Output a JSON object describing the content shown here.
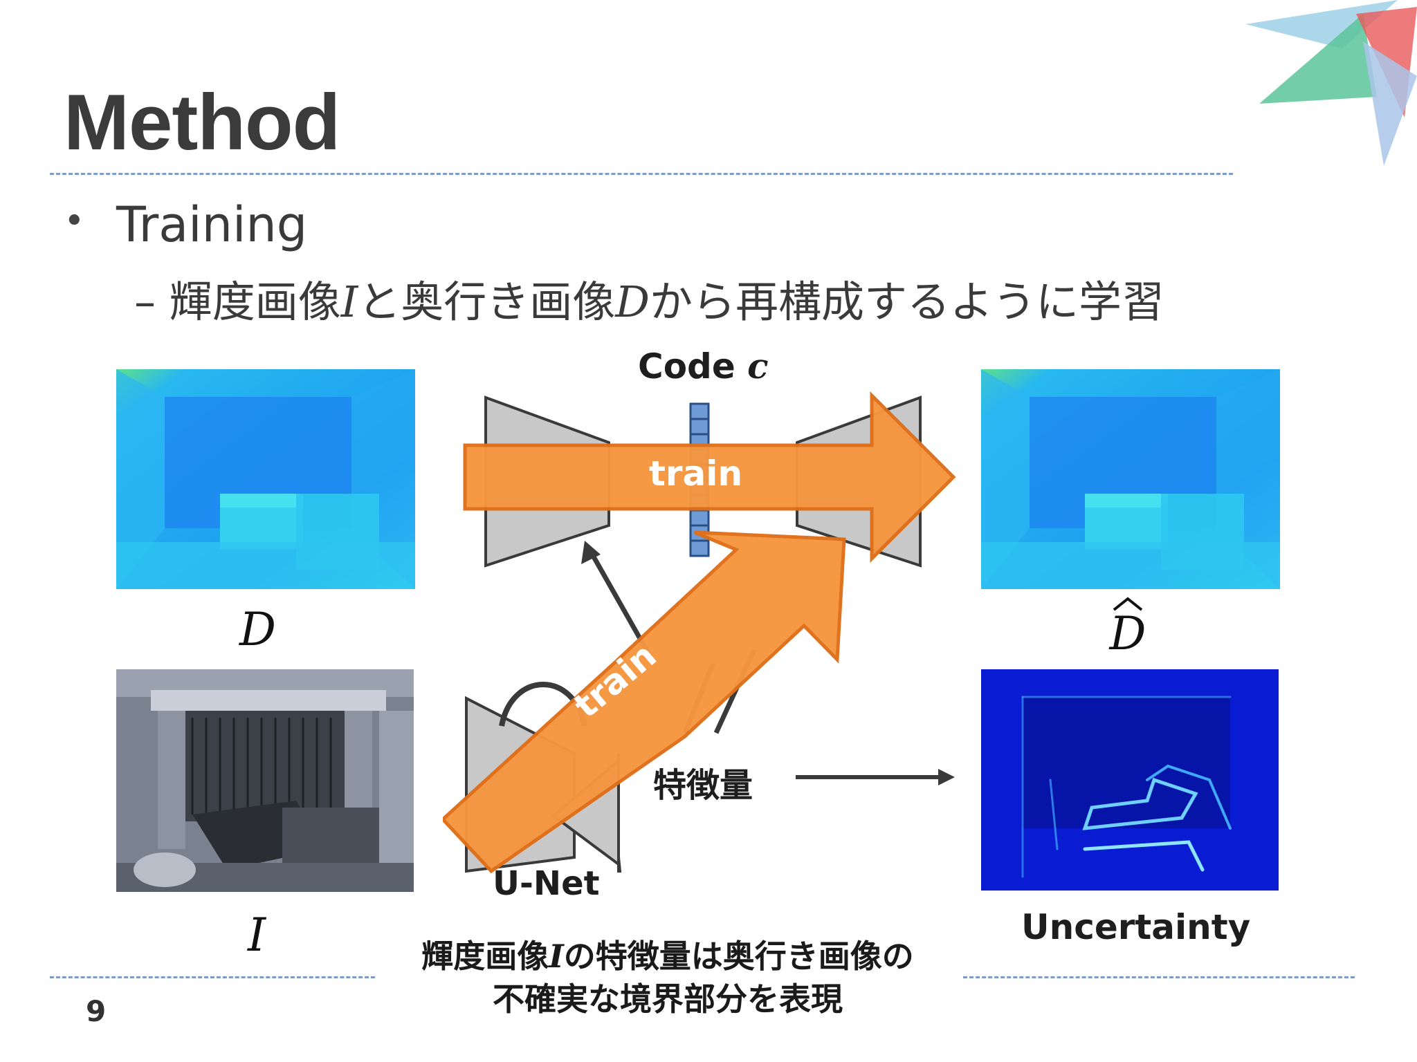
{
  "title": "Method",
  "bullet": {
    "marker": "•",
    "text": "Training"
  },
  "sub_bullet": {
    "marker": "–",
    "text_a": "輝度画像",
    "var_i": "I",
    "text_b": "と奥行き画像",
    "var_d": "D",
    "text_c": "から再構成するように学習"
  },
  "diagram": {
    "code_label": "Code",
    "code_var": "c",
    "train_label_top": "train",
    "train_label_diag": "train",
    "unet_label": "U-Net",
    "feature_label": "特徴量",
    "depth_input_label": "D",
    "depth_output_label": "D",
    "intensity_label": "I",
    "uncertainty_label": "Uncertainty"
  },
  "caption": {
    "line1_a": "輝度画像",
    "line1_var": "I",
    "line1_b": "の特徴量は奥行き画像の",
    "line2": "不確実な境界部分を表現"
  },
  "page_number": "9",
  "colors": {
    "train_arrow": "#f59640",
    "train_arrow_stroke": "#e06f18",
    "network_gray": "#c8c8c8",
    "code_blue": "#6e9bd6",
    "dash_blue": "#7f9cc8",
    "depth_cyan": "#27b8f2",
    "uncertainty_blue": "#0a1fd8"
  }
}
